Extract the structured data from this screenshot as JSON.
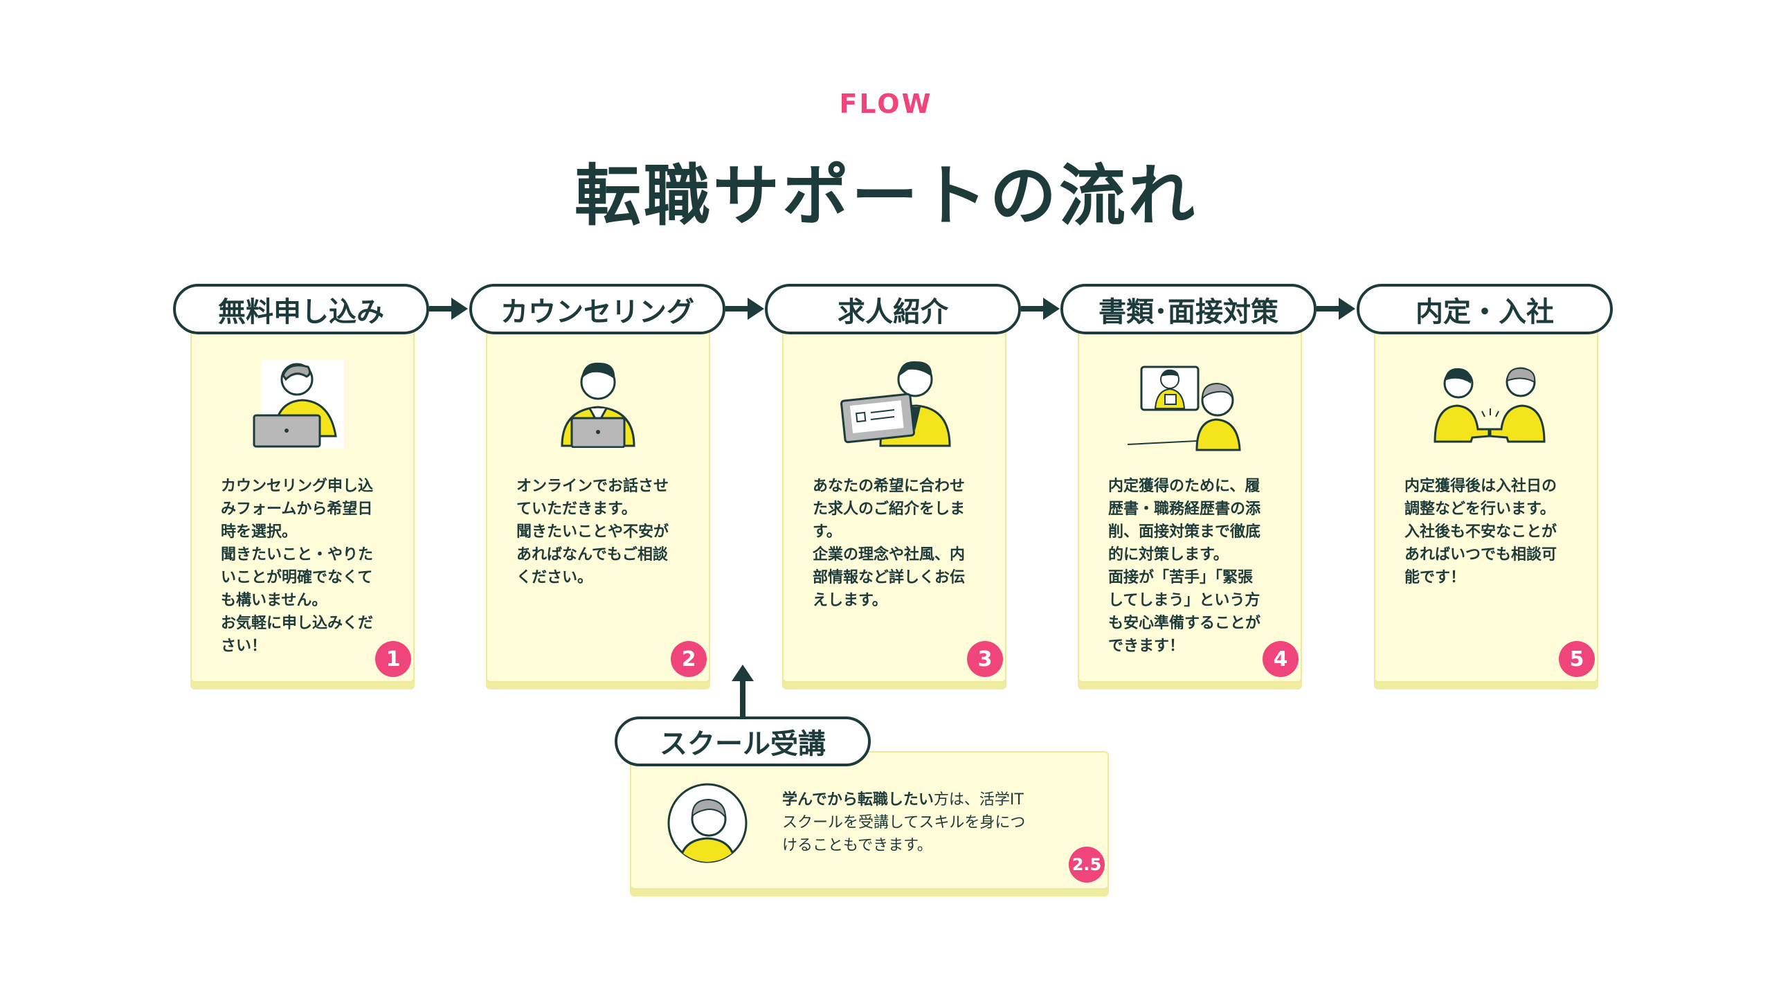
{
  "header": {
    "eyebrow": "FLOW",
    "title": "転職サポートの流れ"
  },
  "steps": [
    {
      "label": "無料申し込み",
      "number": "1",
      "icon": "person-laptop-icon",
      "lines": [
        "カウンセリング申し込",
        "みフォームから希望日",
        "時を選択。",
        "聞きたいこと・やりた",
        "いことが明確でなくて",
        "も構いません。",
        "お気軽に申し込みくだ",
        "さい！"
      ]
    },
    {
      "label": "カウンセリング",
      "number": "2",
      "icon": "counselor-laptop-icon",
      "lines": [
        "オンラインでお話させ",
        "ていただきます。",
        "聞きたいことや不安が",
        "あればなんでもご相談",
        "ください。"
      ]
    },
    {
      "label": "求人紹介",
      "number": "3",
      "icon": "job-introduction-icon",
      "lines": [
        "あなたの希望に合わせ",
        "た求人のご紹介をしま",
        "す。",
        "企業の理念や社風、内",
        "部情報など詳しくお伝",
        "えします。"
      ]
    },
    {
      "label": "書類･面接対策",
      "number": "4",
      "icon": "online-interview-icon",
      "lines": [
        "内定獲得のために、履",
        "歴書・職務経歴書の添",
        "削、面接対策まで徹底",
        "的に対策します。",
        "面接が「苦手」「緊張",
        "してしまう」という方",
        "も安心準備することが",
        "できます！"
      ]
    },
    {
      "label": "内定・入社",
      "number": "5",
      "icon": "handshake-icon",
      "lines": [
        "内定獲得後は入社日の",
        "調整などを行います。",
        "入社後も不安なことが",
        "あればいつでも相談可",
        "能です！"
      ]
    }
  ],
  "school": {
    "label": "スクール受講",
    "number": "2.5",
    "icon": "student-avatar-icon",
    "line1_bold": "学んでから転職したい",
    "line1_rest": "方は、活学IT",
    "line2": "スクールを受講してスキルを身につ",
    "line3": "けることもできます。"
  },
  "colors": {
    "accent": "#f0457a",
    "text": "#1d3b3b",
    "card": "#fffcd9",
    "yellow": "#f3e41c"
  }
}
